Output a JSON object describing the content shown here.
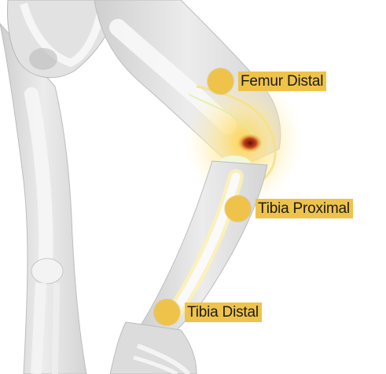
{
  "markers": [
    {
      "id": "femur-distal",
      "label": "Femur Distal"
    },
    {
      "id": "tibia-proximal",
      "label": "Tibia Proximal"
    },
    {
      "id": "tibia-distal",
      "label": "Tibia Distal"
    }
  ],
  "colors": {
    "marker": "#efc34a",
    "glow": "#f6e39a",
    "skin": "#d9d9d9",
    "bone": "#f4f4f4"
  }
}
